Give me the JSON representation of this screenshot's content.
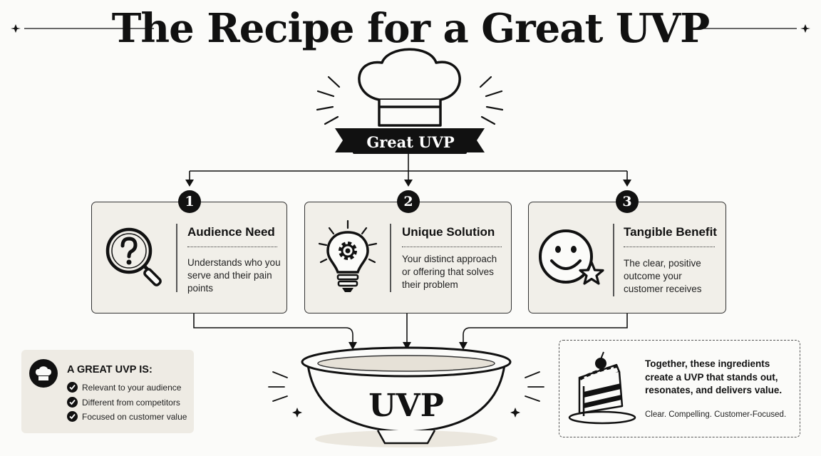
{
  "header": {
    "title": "The Recipe for a Great UVP"
  },
  "hat": {
    "banner_label": "Great UVP",
    "icon": "chef-hat-icon"
  },
  "ingredients": [
    {
      "number": "1",
      "title": "Audience Need",
      "description": "Understands who you serve and their pain points",
      "icon": "magnifier-question-icon"
    },
    {
      "number": "2",
      "title": "Unique Solution",
      "description": "Your distinct approach or offering that solves their problem",
      "icon": "lightbulb-gear-icon"
    },
    {
      "number": "3",
      "title": "Tangible Benefit",
      "description": "The clear, positive outcome your customer receives",
      "icon": "smiley-star-icon"
    }
  ],
  "bowl": {
    "label": "UVP",
    "icon": "mixing-bowl-icon"
  },
  "qualities": {
    "heading": "A GREAT UVP IS:",
    "icon": "chef-hat-icon",
    "items": [
      "Relevant to your audience",
      "Different from competitors",
      "Focused on customer value"
    ]
  },
  "summary": {
    "text": "Together, these ingredients create a UVP that stands out, resonates, and delivers value.",
    "tagline": "Clear. Compelling. Customer-Focused.",
    "icon": "cake-slice-icon"
  },
  "colors": {
    "ink": "#111111",
    "card_bg": "#f1efe9",
    "panel_bg": "#eeebe4",
    "page_bg": "#fbfbf9"
  }
}
